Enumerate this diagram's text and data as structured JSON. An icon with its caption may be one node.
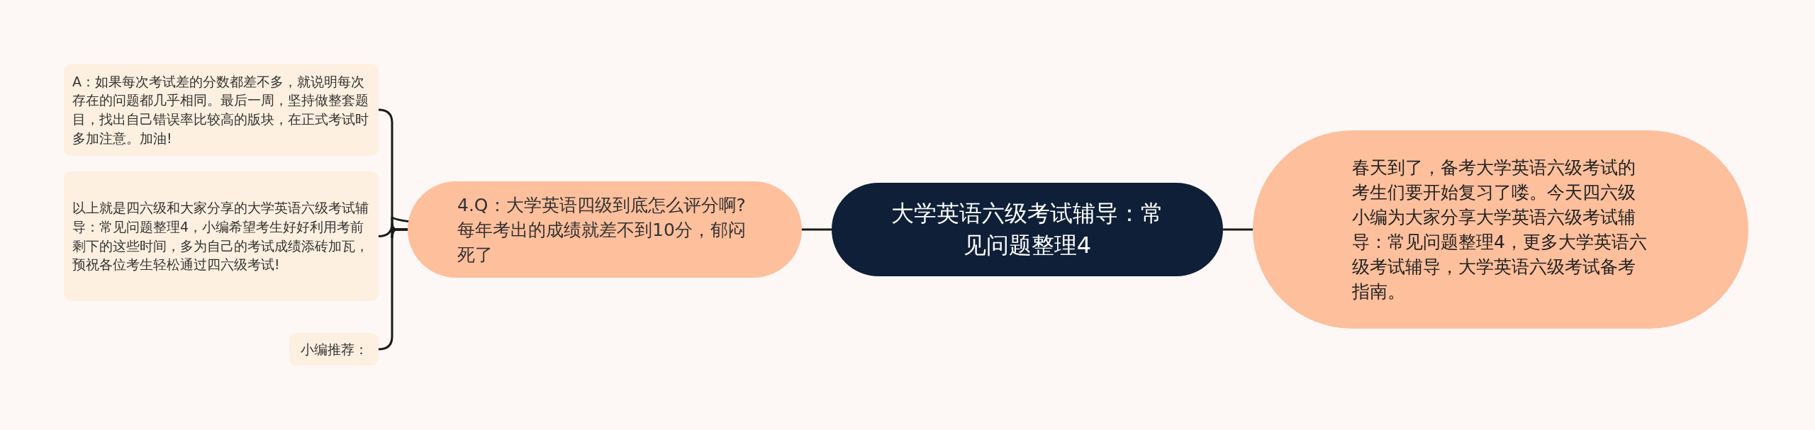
{
  "diagram": {
    "nodes": [
      {
        "text": [
          "大学英语六级考试辅导：常见问题整理4"
        ]
      },
      {
        "text": [
          "春天到了，备考大学英语六级考试的考生们要开始复习了喽。今天四六级小编为大家分享大学英语六级考试辅导：常见问题整理4，更多大学英语六级考试辅导，大学英语六级考试备考指南。"
        ]
      },
      {
        "text": [
          "4.Q：大学英语四级到底怎么评分啊?每年考出的成绩就差不到10分，郁闷死了"
        ]
      },
      {
        "text": [
          "A：如果每次考试差的分数都差不多，就说明每次存在的问题都几乎相同。最后一周，坚持做整套题目，找出自己错误率比较高的版块，在正式考试时多加注意。加油!"
        ]
      },
      {
        "text": [
          "以上就是四六级和大家分享的大学英语六级考试辅导：常见问题整理4，小编希望考生好好利用考前剩下的这些时间，多为自己的考试成绩添砖加瓦，预祝各位考生轻松通过四六级考试!"
        ]
      },
      {
        "text": [
          "小编推荐："
        ]
      }
    ],
    "edges": [
      {
        "from": 0,
        "to": 1,
        "arrow": "none"
      },
      {
        "from": 0,
        "to": 2,
        "arrow": "none"
      },
      {
        "from": 2,
        "to": 3,
        "arrow": "none"
      },
      {
        "from": 2,
        "to": 4,
        "arrow": "none"
      },
      {
        "from": 2,
        "to": 5,
        "arrow": "none"
      }
    ]
  }
}
